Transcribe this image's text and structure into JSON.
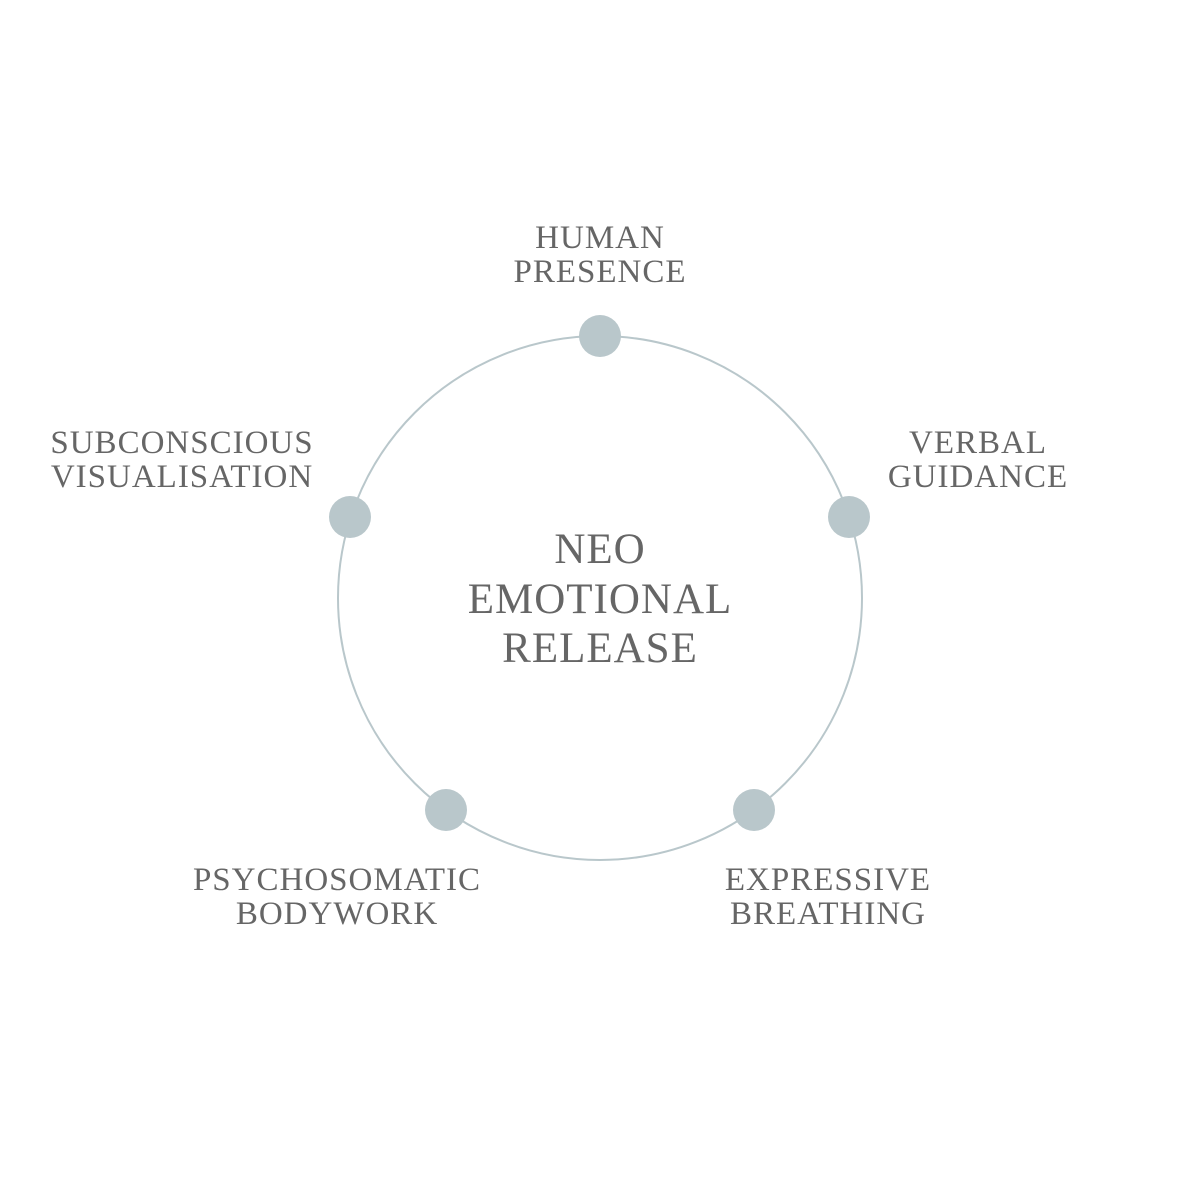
{
  "center": {
    "lines": [
      "NEO",
      "EMOTIONAL",
      "RELEASE"
    ]
  },
  "nodes": [
    {
      "lines": [
        "HUMAN",
        "PRESENCE"
      ]
    },
    {
      "lines": [
        "VERBAL",
        "GUIDANCE"
      ]
    },
    {
      "lines": [
        "EXPRESSIVE",
        "BREATHING"
      ]
    },
    {
      "lines": [
        "PSYCHOSOMATIC",
        "BODYWORK"
      ]
    },
    {
      "lines": [
        "SUBCONSCIOUS",
        "VISUALISATION"
      ]
    }
  ],
  "colors": {
    "ring": "#b9c7cb",
    "dot": "#b9c7cb",
    "text": "#666666"
  }
}
